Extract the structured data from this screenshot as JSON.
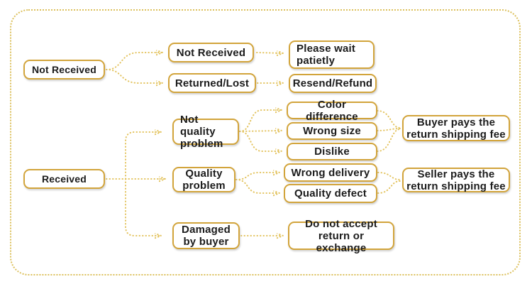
{
  "diagram": {
    "type": "flowchart",
    "title": "Return / refund policy flowchart",
    "colors": {
      "background": "#ffffff",
      "box_border": "#d2a43b",
      "outer_border": "#dcc05c",
      "connector": "#e3c35f",
      "arrowhead": "#e8b344",
      "text": "#1b1b1b"
    },
    "nodes": {
      "root_not_received": {
        "label": "Not Received"
      },
      "root_received": {
        "label": "Received"
      },
      "mid_not_received": {
        "label": "Not Received"
      },
      "mid_returned_lost": {
        "label": "Returned/Lost"
      },
      "mid_not_quality_problem": {
        "label": "Not quality problem"
      },
      "mid_quality_problem": {
        "label": "Quality problem"
      },
      "mid_damaged_by_buyer": {
        "label": "Damaged by buyer"
      },
      "out_please_wait": {
        "label": "Please wait patietly"
      },
      "out_resend_refund": {
        "label": "Resend/Refund"
      },
      "out_color_difference": {
        "label": "Color difference"
      },
      "out_wrong_size": {
        "label": "Wrong size"
      },
      "out_dislike": {
        "label": "Dislike"
      },
      "out_wrong_delivery": {
        "label": "Wrong delivery"
      },
      "out_quality_defect": {
        "label": "Quality defect"
      },
      "out_no_return": {
        "label": "Do not accept return or exchange"
      },
      "fee_buyer": {
        "label": "Buyer pays the return shipping fee"
      },
      "fee_seller": {
        "label": "Seller pays the return shipping fee"
      }
    },
    "edges": [
      {
        "from": "root_not_received",
        "to": "mid_not_received"
      },
      {
        "from": "root_not_received",
        "to": "mid_returned_lost"
      },
      {
        "from": "mid_not_received",
        "to": "out_please_wait"
      },
      {
        "from": "mid_returned_lost",
        "to": "out_resend_refund"
      },
      {
        "from": "root_received",
        "to": "mid_not_quality_problem"
      },
      {
        "from": "root_received",
        "to": "mid_quality_problem"
      },
      {
        "from": "root_received",
        "to": "mid_damaged_by_buyer"
      },
      {
        "from": "mid_not_quality_problem",
        "to": "out_color_difference"
      },
      {
        "from": "mid_not_quality_problem",
        "to": "out_wrong_size"
      },
      {
        "from": "mid_not_quality_problem",
        "to": "out_dislike"
      },
      {
        "from": "mid_quality_problem",
        "to": "out_wrong_delivery"
      },
      {
        "from": "mid_quality_problem",
        "to": "out_quality_defect"
      },
      {
        "from": "out_color_difference",
        "to": "fee_buyer"
      },
      {
        "from": "out_wrong_size",
        "to": "fee_buyer"
      },
      {
        "from": "out_dislike",
        "to": "fee_buyer"
      },
      {
        "from": "out_wrong_delivery",
        "to": "fee_seller"
      },
      {
        "from": "out_quality_defect",
        "to": "fee_seller"
      },
      {
        "from": "mid_damaged_by_buyer",
        "to": "out_no_return"
      }
    ]
  }
}
